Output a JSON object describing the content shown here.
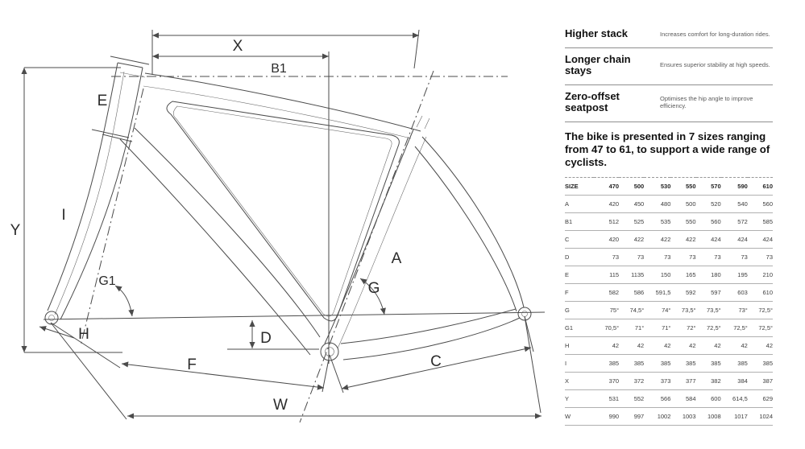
{
  "diagram": {
    "labels": {
      "x": "X",
      "b1": "B1",
      "e": "E",
      "i": "I",
      "y": "Y",
      "g1": "G1",
      "h": "H",
      "d": "D",
      "f": "F",
      "w": "W",
      "a": "A",
      "g": "G",
      "c": "C"
    }
  },
  "features": [
    {
      "title": "Higher stack",
      "desc": "Increases comfort for long-duration rides."
    },
    {
      "title": "Longer chain stays",
      "desc": "Ensures superior stability at high speeds."
    },
    {
      "title": "Zero-offset seatpost",
      "desc": "Optimises the hip angle to improve efficiency."
    }
  ],
  "intro": "The bike is presented in 7 sizes ranging from 47 to 61, to support a wide range of cyclists.",
  "table": {
    "header": [
      "SIZE",
      "470",
      "500",
      "530",
      "550",
      "570",
      "590",
      "610"
    ],
    "rows": [
      [
        "A",
        "420",
        "450",
        "480",
        "500",
        "520",
        "540",
        "560"
      ],
      [
        "B1",
        "512",
        "525",
        "535",
        "550",
        "560",
        "572",
        "585"
      ],
      [
        "C",
        "420",
        "422",
        "422",
        "422",
        "424",
        "424",
        "424"
      ],
      [
        "D",
        "73",
        "73",
        "73",
        "73",
        "73",
        "73",
        "73"
      ],
      [
        "E",
        "115",
        "1135",
        "150",
        "165",
        "180",
        "195",
        "210"
      ],
      [
        "F",
        "582",
        "586",
        "591,5",
        "592",
        "597",
        "603",
        "610"
      ],
      [
        "G",
        "75°",
        "74,5°",
        "74°",
        "73,5°",
        "73,5°",
        "73°",
        "72,5°"
      ],
      [
        "G1",
        "70,5°",
        "71°",
        "71°",
        "72°",
        "72,5°",
        "72,5°",
        "72,5°"
      ],
      [
        "H",
        "42",
        "42",
        "42",
        "42",
        "42",
        "42",
        "42"
      ],
      [
        "I",
        "385",
        "385",
        "385",
        "385",
        "385",
        "385",
        "385"
      ],
      [
        "X",
        "370",
        "372",
        "373",
        "377",
        "382",
        "384",
        "387"
      ],
      [
        "Y",
        "531",
        "552",
        "566",
        "584",
        "600",
        "614,5",
        "629"
      ],
      [
        "W",
        "990",
        "997",
        "1002",
        "1003",
        "1008",
        "1017",
        "1024"
      ]
    ]
  }
}
